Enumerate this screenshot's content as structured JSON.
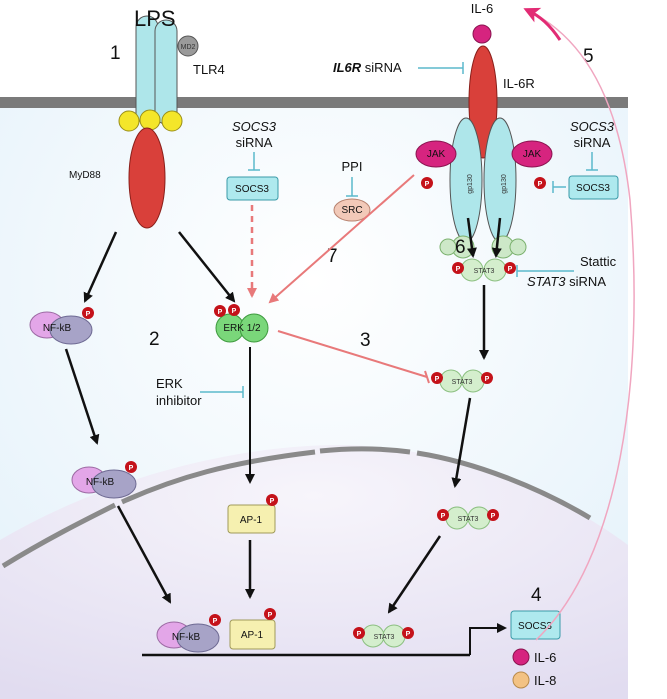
{
  "labels": {
    "lps": "LPS",
    "md2": "MD2",
    "tlr4": "TLR4",
    "myd88": "MyD88",
    "il6_top": "IL-6",
    "il6r": "IL-6R",
    "il6r_sirna_gene": "IL6R",
    "sirna": "siRNA",
    "socs3_gene": "SOCS3",
    "socs3": "SOCS3",
    "ppi": "PPI",
    "src": "SRC",
    "jak": "JAK",
    "gp130": "gp130",
    "stat3": "STAT3",
    "stattic": "Stattic",
    "stat3_gene": "STAT3",
    "nfkb": "NF-kB",
    "erk": "ERK 1/2",
    "erk_inhibitor_1": "ERK",
    "erk_inhibitor_2": "inhibitor",
    "ap1": "AP-1",
    "p": "P",
    "legend_il6": "IL-6",
    "legend_il8": "IL-8"
  },
  "steps": [
    "1",
    "2",
    "3",
    "4",
    "5",
    "6",
    "7"
  ],
  "colors": {
    "membrane": "#7a7a7a",
    "cytoplasm": "#eaf4fb",
    "nucleus": "#ece8f6",
    "receptor": "#aee6ea",
    "myd88": "#d9403a",
    "yellow": "#f4e62a",
    "magenta": "#d6247f",
    "phospho": "#c4121a",
    "socs3_box": "#aee9ee",
    "erk": "#7ad77a",
    "stat3": "#d4eecd",
    "nfkb_pink": "#e3a6e8",
    "nfkb_grey": "#a7a3c7",
    "ap1": "#f6f0b0",
    "src": "#f2c9b8",
    "inhibit_line": "#5bb9cc",
    "red_arrow": "#e8797a",
    "il8": "#f3c283"
  }
}
